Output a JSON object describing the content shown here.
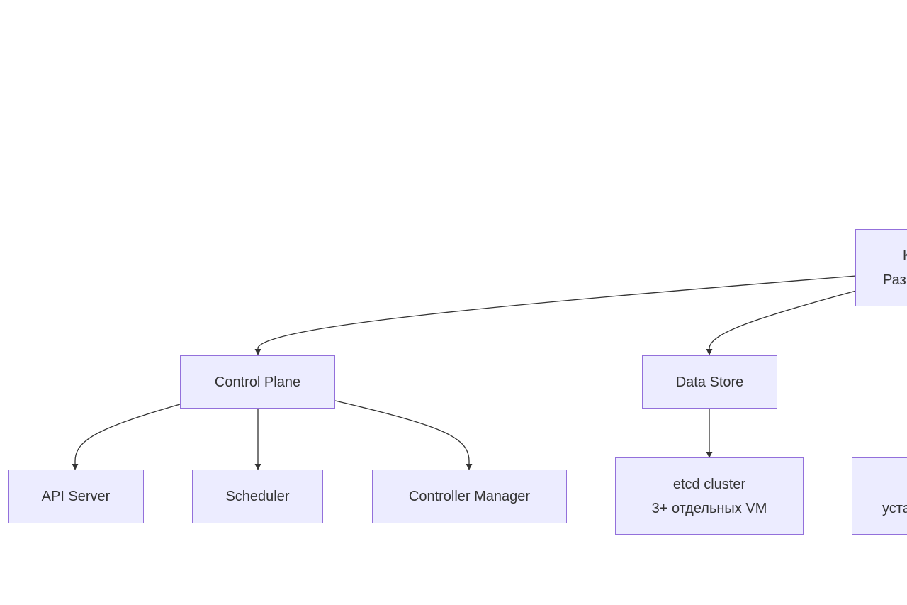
{
  "colors": {
    "node_fill": "#ECECFF",
    "node_border": "#9370DB",
    "edge": "#333333",
    "text": "#333333"
  },
  "nodes": {
    "root": {
      "line1": "К",
      "line2": "Раз"
    },
    "control_plane": {
      "label": "Control Plane"
    },
    "data_store": {
      "label": "Data Store"
    },
    "api_server": {
      "label": "API Server"
    },
    "scheduler": {
      "label": "Scheduler"
    },
    "controller_manager": {
      "label": "Controller Manager"
    },
    "etcd": {
      "line1": "etcd cluster",
      "line2": "3+ отдельных VM"
    },
    "partial_right": {
      "line1": "",
      "line2": "уста"
    }
  }
}
